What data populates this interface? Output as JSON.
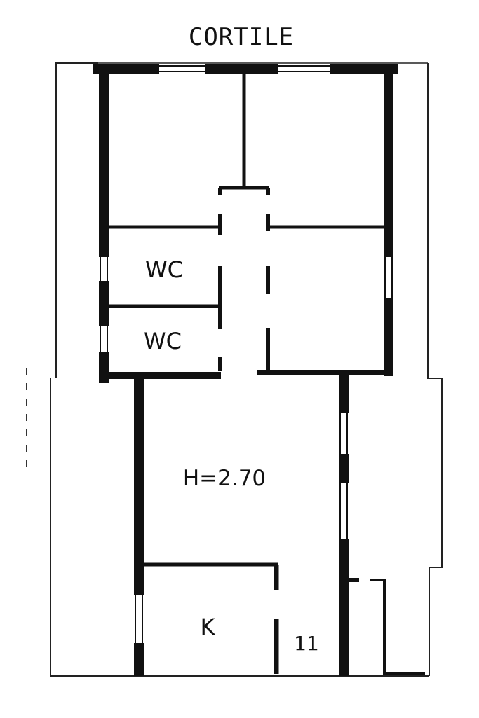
{
  "plan": {
    "title": "CORTILE",
    "rooms": {
      "wc_upper": "WC",
      "wc_lower": "WC",
      "kitchen": "K"
    },
    "height_note": "H=2.70",
    "unit_number": "11"
  }
}
